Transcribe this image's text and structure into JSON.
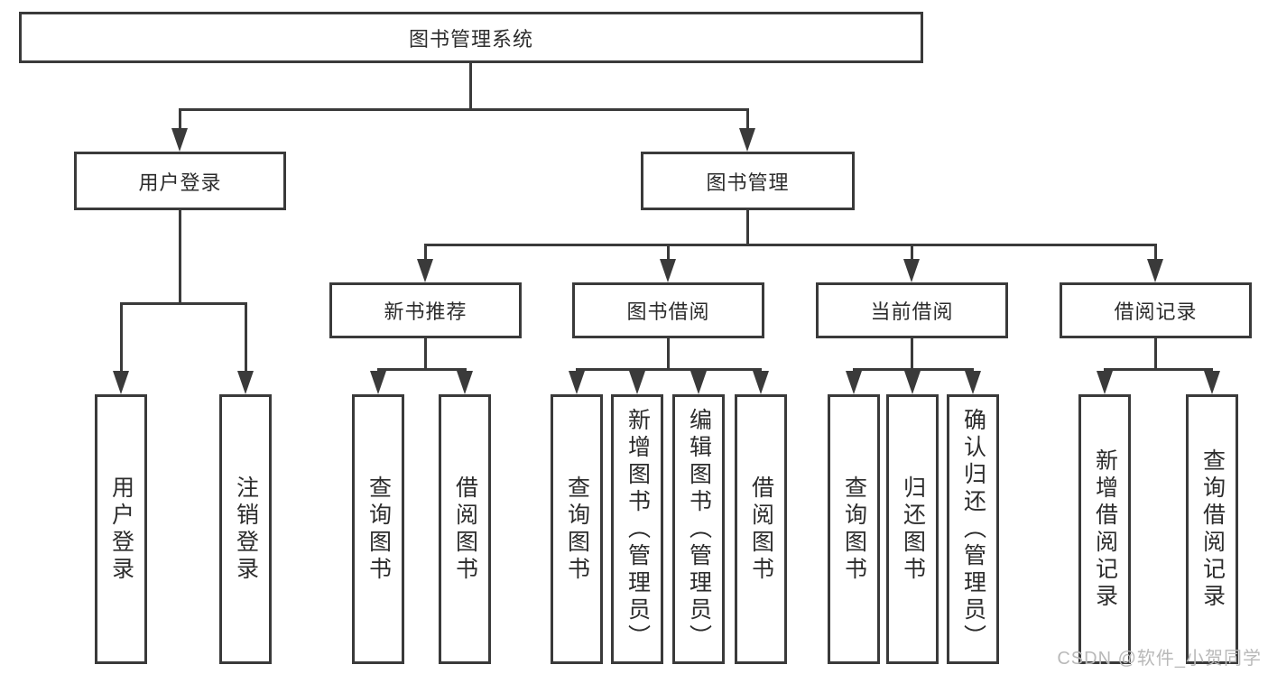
{
  "colors": {
    "stroke": "#3a3a3a",
    "text": "#2c2c2c",
    "background": "#ffffff",
    "watermark_color": "#b9b9b9"
  },
  "diagram": {
    "root": {
      "label": "图书管理系统"
    },
    "branches": [
      {
        "label": "用户登录"
      },
      {
        "label": "图书管理"
      }
    ],
    "modules": [
      {
        "label": "新书推荐"
      },
      {
        "label": "图书借阅"
      },
      {
        "label": "当前借阅"
      },
      {
        "label": "借阅记录"
      }
    ],
    "leaves": {
      "user_login": [
        {
          "label": "用户登录"
        },
        {
          "label": "注销登录"
        }
      ],
      "new_book": [
        {
          "label": "查询图书"
        },
        {
          "label": "借阅图书"
        }
      ],
      "book_borrow": [
        {
          "label": "查询图书"
        },
        {
          "label": "新增图书（管理员）"
        },
        {
          "label": "编辑图书（管理员）"
        },
        {
          "label": "借阅图书"
        }
      ],
      "current_borrow": [
        {
          "label": "查询图书"
        },
        {
          "label": "归还图书"
        },
        {
          "label": "确认归还（管理员）"
        }
      ],
      "borrow_record": [
        {
          "label": "新增借阅记录"
        },
        {
          "label": "查询借阅记录"
        }
      ]
    }
  },
  "watermark": {
    "text": "CSDN @软件_小贺同学"
  }
}
